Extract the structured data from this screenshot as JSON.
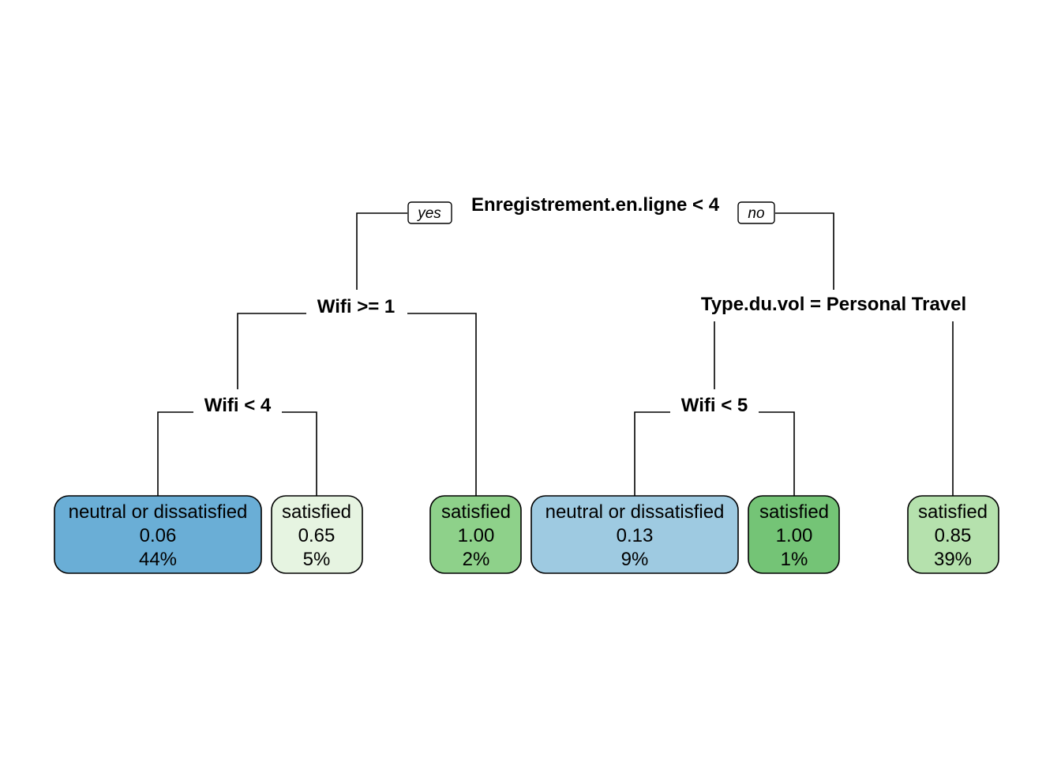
{
  "branch_labels": {
    "yes": "yes",
    "no": "no"
  },
  "splits": [
    {
      "id": "root",
      "label": "Enregistrement.en.ligne < 4"
    },
    {
      "id": "wifi1",
      "label": "Wifi >= 1"
    },
    {
      "id": "type",
      "label": "Type.du.vol = Personal Travel"
    },
    {
      "id": "wifi4",
      "label": "Wifi < 4"
    },
    {
      "id": "wifi5",
      "label": "Wifi < 5"
    }
  ],
  "leaves": [
    {
      "id": "leaf1",
      "class": "neutral or dissatisfied",
      "prob": "0.06",
      "pct": "44%",
      "fill": "#6aaed6"
    },
    {
      "id": "leaf2",
      "class": "satisfied",
      "prob": "0.65",
      "pct": "5%",
      "fill": "#e6f4e1"
    },
    {
      "id": "leaf3",
      "class": "satisfied",
      "prob": "1.00",
      "pct": "2%",
      "fill": "#8ed18a"
    },
    {
      "id": "leaf4",
      "class": "neutral or dissatisfied",
      "prob": "0.13",
      "pct": "9%",
      "fill": "#9ecae1"
    },
    {
      "id": "leaf5",
      "class": "satisfied",
      "prob": "1.00",
      "pct": "1%",
      "fill": "#74c476"
    },
    {
      "id": "leaf6",
      "class": "satisfied",
      "prob": "0.85",
      "pct": "39%",
      "fill": "#b5e1ad"
    }
  ]
}
